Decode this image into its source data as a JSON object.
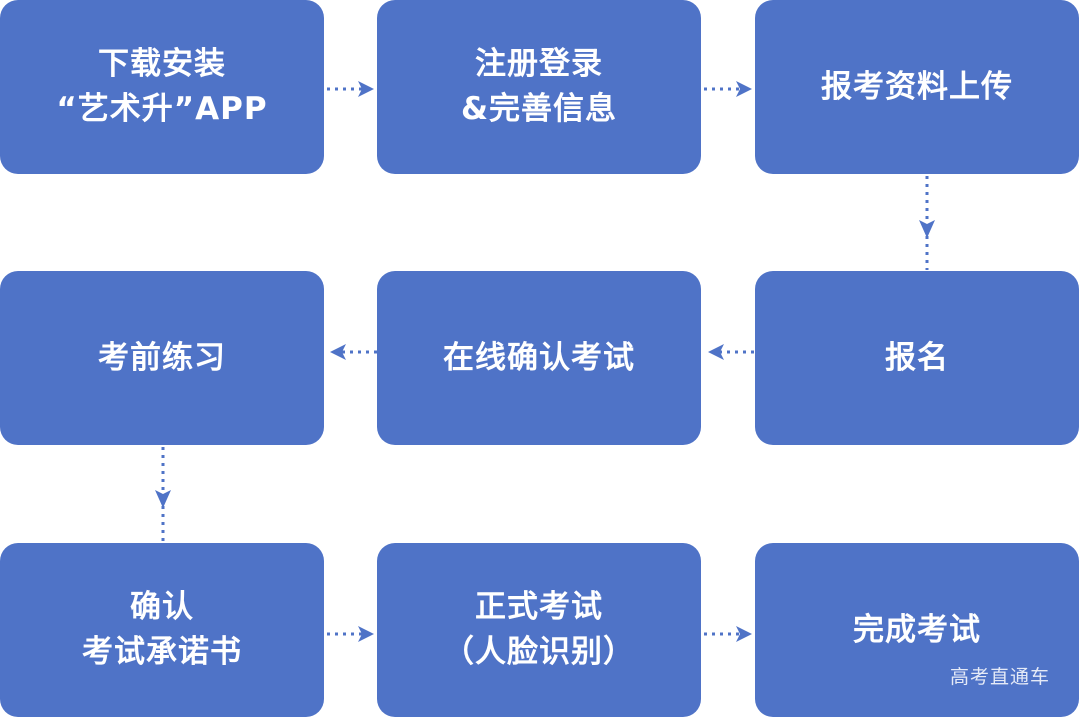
{
  "colors": {
    "box": "#4f73c7",
    "arrow": "#4f73c7",
    "text": "#ffffff"
  },
  "steps": [
    {
      "line1": "下载安装",
      "line2": "“艺术升”APP"
    },
    {
      "line1": "注册登录",
      "line2": "&完善信息"
    },
    {
      "line1": "报考资料上传",
      "line2": ""
    },
    {
      "line1": "考前练习",
      "line2": ""
    },
    {
      "line1": "在线确认考试",
      "line2": ""
    },
    {
      "line1": "报名",
      "line2": ""
    },
    {
      "line1": "确认",
      "line2": "考试承诺书"
    },
    {
      "line1": "正式考试",
      "line2": "（人脸识别）"
    },
    {
      "line1": "完成考试",
      "line2": ""
    }
  ],
  "watermark": "高考直通车"
}
